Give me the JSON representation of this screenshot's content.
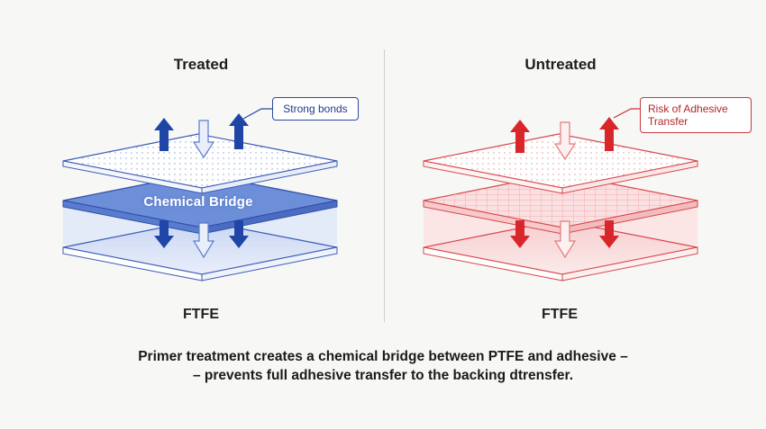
{
  "left_panel": {
    "title": "Treated",
    "layer_label": "Chemical Bridge",
    "callout": "Strong bonds",
    "bottom_label": "FTFE"
  },
  "right_panel": {
    "title": "Untreated",
    "callout": "Risk of Adhesive Transfer",
    "bottom_label": "FTFE"
  },
  "caption": {
    "line1": "Primer treatment creates a chemical bridge between PTFE and adhesive –",
    "line2": "– prevents full adhesive transfer to the backing dtrensfer."
  },
  "colors": {
    "treated_accent": "#1f46a6",
    "treated_light": "#a9bde8",
    "untreated_accent": "#d8262b",
    "untreated_light": "#f4b9bb",
    "background": "#f7f7f5"
  },
  "icons": [
    "arrow-up-icon",
    "arrow-down-icon"
  ]
}
